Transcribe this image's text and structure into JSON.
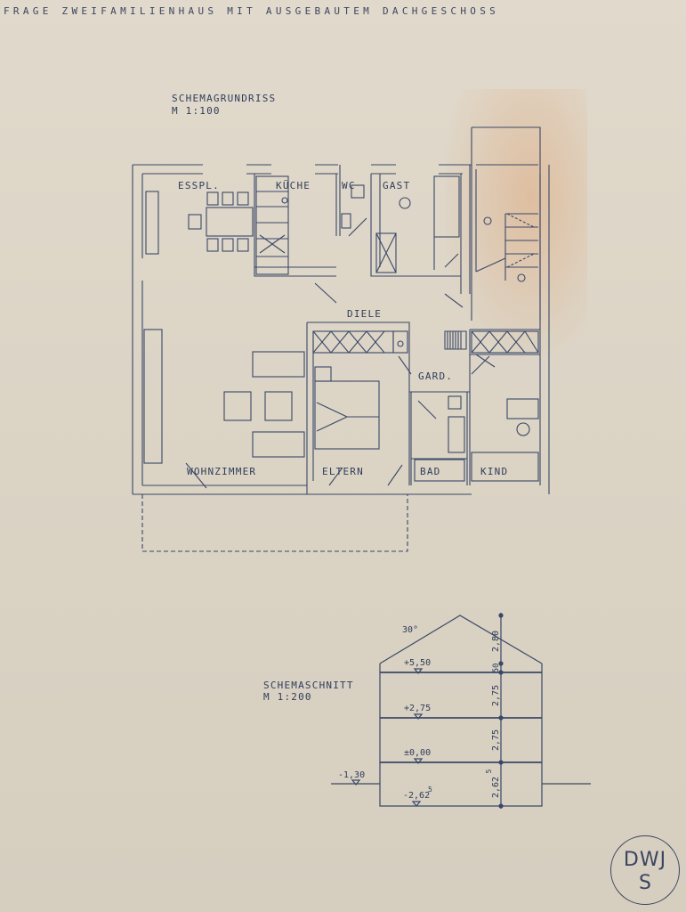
{
  "header": {
    "title": "FRAGE  ZWEIFAMILIENHAUS  MIT AUSGEBAUTEM DACHGESCHOSS"
  },
  "plan": {
    "title": "SCHEMAGRUNDRISS",
    "scale": "M 1:100",
    "rooms": {
      "esspl": "ESSPL.",
      "kueche": "KÜCHE",
      "wc": "WC",
      "gast": "GAST",
      "diele": "DIELE",
      "gard": "GARD.",
      "wohnzimmer": "WOHNZIMMER",
      "eltern": "ELTERN",
      "bad": "BAD",
      "kind": "KIND"
    }
  },
  "section": {
    "title": "SCHEMASCHNITT",
    "scale": "M 1:200",
    "roof_angle": "30°",
    "levels": {
      "l1": "+5,50",
      "l2": "+2,75",
      "l3": "±0,00",
      "ground": "-1,30",
      "basement": "-2,62",
      "basement_sup": "5"
    },
    "dims": {
      "d1": "2,80",
      "d2": "50",
      "d3": "2,75",
      "d4": "2,75",
      "d5": "2,62",
      "d5_sup": "5"
    }
  },
  "stamp": {
    "line1": "DWJ",
    "line2": "S"
  }
}
